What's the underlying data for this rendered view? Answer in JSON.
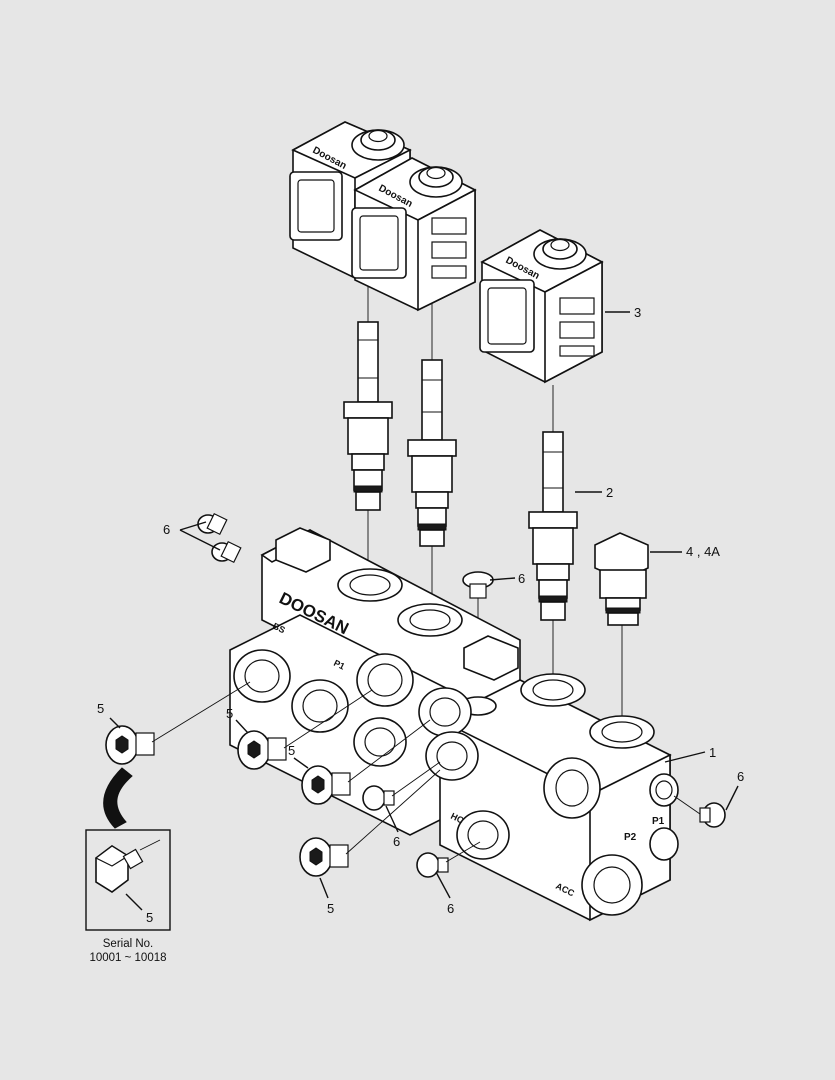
{
  "callouts": {
    "c1": "1",
    "c2": "2",
    "c3": "3",
    "c4": "4 , 4A",
    "c5a": "5",
    "c5b": "5",
    "c5c": "5",
    "c5d": "5",
    "c5e": "5",
    "c6a": "6",
    "c6b": "6",
    "c6c": "6",
    "c6d": "6",
    "c6e": "6"
  },
  "block_markings": {
    "brand": "DOOSAN",
    "port_p1_top": "P1",
    "port_p2": "P2",
    "port_p1": "P1",
    "port_acc": "ACC",
    "port_bs": "BS",
    "port_hc": "HC"
  },
  "coil_markings": {
    "coil_a": "Doosan",
    "coil_b": "Doosan",
    "coil_c": "Doosan"
  },
  "inset": {
    "callout": "5",
    "serial_label": "Serial No.",
    "serial_range": "10001 ~ 10018"
  }
}
